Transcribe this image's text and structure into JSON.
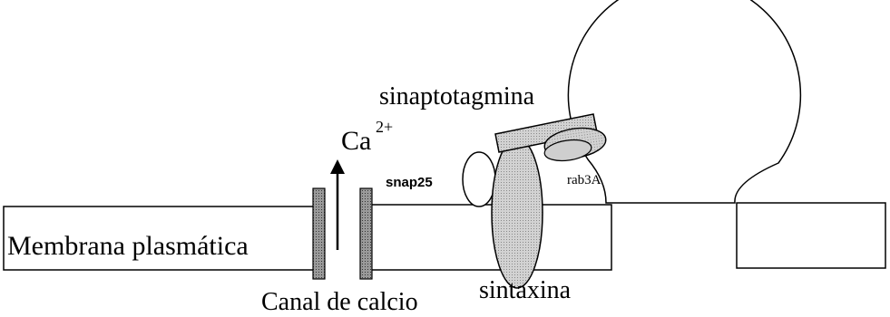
{
  "labels": {
    "membrane": "Membrana plasmática",
    "channel": "Canal de calcio",
    "ion_base": "Ca",
    "ion_charge": "2+",
    "synaptotagmin": "sinaptotagmina",
    "snap25": "snap25",
    "rab3a": "rab3A",
    "syntaxin": "sintaxina"
  },
  "colors": {
    "stroke": "#000000",
    "channel_fill": "#8a8a8a",
    "protein_fill": "#c9c9c9",
    "syntaxin_fill": "#bdbdbd",
    "background": "#ffffff"
  }
}
